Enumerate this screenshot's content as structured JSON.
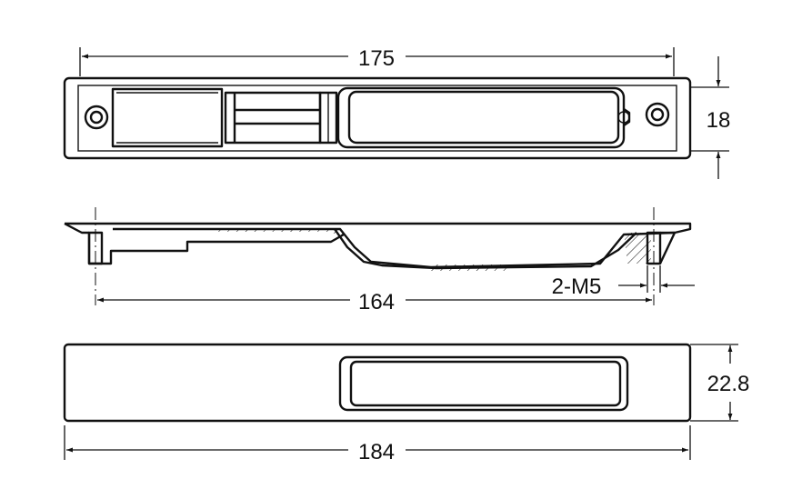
{
  "dimensions": {
    "top_width": "175",
    "top_height": "18",
    "hole_spacing": "164",
    "thread_spec": "2-M5",
    "front_height": "22.8",
    "overall_length": "184"
  }
}
